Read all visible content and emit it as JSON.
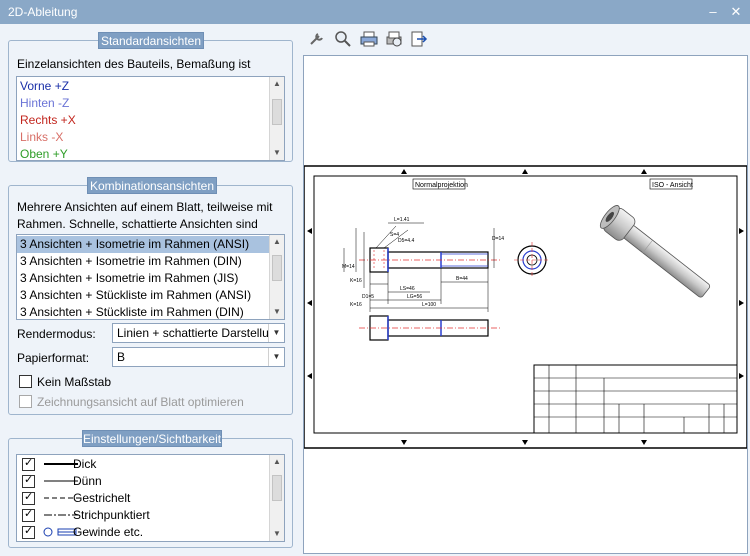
{
  "window": {
    "title": "2D-Ableitung",
    "minimize_glyph": "–",
    "close_glyph": "✕"
  },
  "standard": {
    "title": "Standardansichten",
    "description": "Einzelansichten des Bauteils, Bemaßung ist möglich.",
    "items": [
      {
        "label": "Vorne +Z",
        "color": "#1a2fa8"
      },
      {
        "label": "Hinten -Z",
        "color": "#6a73d6"
      },
      {
        "label": "Rechts +X",
        "color": "#c2261e"
      },
      {
        "label": "Links -X",
        "color": "#d86f67"
      },
      {
        "label": "Oben +Y",
        "color": "#2e9d27"
      }
    ]
  },
  "combination": {
    "title": "Kombinationsansichten",
    "description_line1": "Mehrere Ansichten auf einem Blatt, teilweise mit",
    "description_line2": "Rahmen. Schnelle, schattierte Ansichten sind möglich.",
    "items": [
      {
        "label": "3 Ansichten + Isometrie im Rahmen (ANSI)"
      },
      {
        "label": "3 Ansichten + Isometrie im Rahmen (DIN)"
      },
      {
        "label": "3 Ansichten + Isometrie im Rahmen (JIS)"
      },
      {
        "label": "3 Ansichten + Stückliste im Rahmen (ANSI)"
      },
      {
        "label": "3 Ansichten + Stückliste im Rahmen (DIN)"
      }
    ],
    "render_label": "Rendermodus:",
    "render_value": "Linien + schattierte Darstellung",
    "paper_label": "Papierformat:",
    "paper_value": "B",
    "no_scale_label": "Kein Maßstab",
    "optimize_label": "Zeichnungsansicht auf Blatt optimieren"
  },
  "settings": {
    "title": "Einstellungen/Sichtbarkeit",
    "items": [
      {
        "label": "Dick",
        "icon": "thick-line-icon"
      },
      {
        "label": "Dünn",
        "icon": "thin-line-icon"
      },
      {
        "label": "Gestrichelt",
        "icon": "dashed-line-icon"
      },
      {
        "label": "Strichpunktiert",
        "icon": "dash-dot-line-icon"
      },
      {
        "label": "Gewinde etc.",
        "icon": "thread-icon"
      }
    ]
  },
  "toolbar": {
    "buttons": [
      {
        "name": "wrench-icon"
      },
      {
        "name": "zoom-icon"
      },
      {
        "name": "print-icon"
      },
      {
        "name": "print-preview-icon"
      },
      {
        "name": "export-icon"
      }
    ]
  },
  "drawing": {
    "title_left": "Normalprojektion",
    "title_right": "ISO - Ansicht",
    "dimensions": [
      "L=100",
      "LG=56",
      "LS=46",
      "B=44",
      "K=16",
      "K=16",
      "L=1.41",
      "D1=5",
      "S=4",
      "D5=4.4",
      "M=14",
      "D=14"
    ],
    "accent_red": "#e23030",
    "accent_blue": "#2a3fcf"
  }
}
